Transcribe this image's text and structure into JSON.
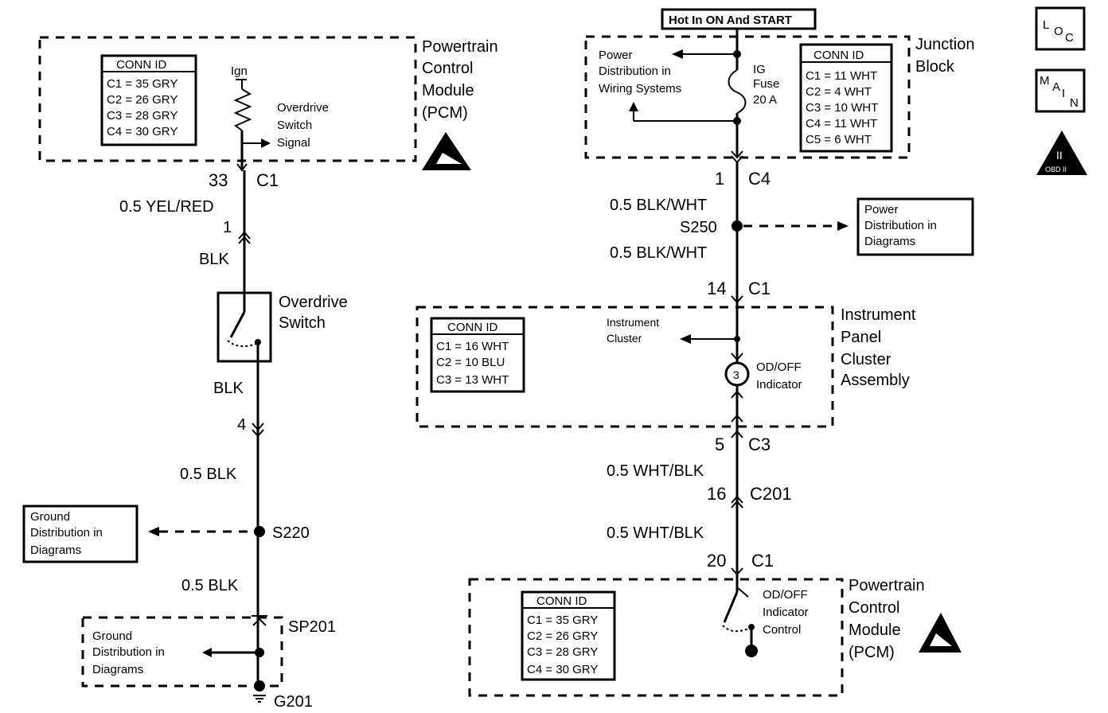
{
  "nav_icons": {
    "loc": {
      "l": "L",
      "o": "O",
      "c": "C"
    },
    "main": {
      "m": "M",
      "a": "A",
      "i": "I",
      "n": "N"
    },
    "obd": {
      "roman": "II",
      "sub": "OBD II"
    }
  },
  "top_source": "Hot In ON And START",
  "pcm_top": {
    "title": [
      "Powertrain",
      "Control",
      "Module",
      "(PCM)"
    ],
    "conn_title": "CONN ID",
    "conn_rows": [
      "C1 = 35 GRY",
      "C2 = 26 GRY",
      "C3 = 28 GRY",
      "C4 = 30 GRY"
    ],
    "ign": "Ign",
    "signal": [
      "Overdrive",
      "Switch",
      "Signal"
    ]
  },
  "left_circuit": {
    "pin_33": "33",
    "conn_c1": "C1",
    "wire1": "0.5 YEL/RED",
    "pin_1": "1",
    "blk_top": "BLK",
    "switch_name": [
      "Overdrive",
      "Switch"
    ],
    "blk_bottom": "BLK",
    "pin_4": "4",
    "wire2": "0.5 BLK",
    "splice": "S220",
    "ground_dist_1": [
      "Ground",
      "Distribution in",
      "Diagrams"
    ],
    "wire3": "0.5 BLK",
    "sp201": "SP201",
    "ground_dist_2": [
      "Ground",
      "Distribution in",
      "Diagrams"
    ],
    "g201": "G201"
  },
  "junction_block": {
    "title": [
      "Junction",
      "Block"
    ],
    "conn_title": "CONN ID",
    "conn_rows": [
      "C1 = 11 WHT",
      "C2 = 4 WHT",
      "C3 = 10 WHT",
      "C4 = 11 WHT",
      "C5 = 6 WHT"
    ],
    "power_dist": [
      "Power",
      "Distribution in",
      "Wiring Systems"
    ],
    "fuse": [
      "IG",
      "Fuse",
      "20 A"
    ]
  },
  "right_circuit": {
    "pin_1": "1",
    "conn_c4": "C4",
    "wire1": "0.5 BLK/WHT",
    "splice": "S250",
    "power_dist": [
      "Power",
      "Distribution in",
      "Diagrams"
    ],
    "wire2": "0.5 BLK/WHT",
    "pin_14": "14",
    "conn_c1": "C1",
    "pin_5": "5",
    "conn_c3": "C3",
    "wire3": "0.5 WHT/BLK",
    "pin_16": "16",
    "conn_c201": "C201",
    "wire4": "0.5 WHT/BLK",
    "pin_20": "20",
    "conn_c1b": "C1"
  },
  "ipc": {
    "title": [
      "Instrument",
      "Panel",
      "Cluster",
      "Assembly"
    ],
    "conn_title": "CONN ID",
    "conn_rows": [
      "C1 = 16 WHT",
      "C2 = 10 BLU",
      "C3 = 13 WHT"
    ],
    "cluster_label": [
      "Instrument",
      "Cluster"
    ],
    "bulb_num": "3",
    "indicator": [
      "OD/OFF",
      "Indicator"
    ]
  },
  "pcm_bottom": {
    "title": [
      "Powertrain",
      "Control",
      "Module",
      "(PCM)"
    ],
    "conn_title": "CONN ID",
    "conn_rows": [
      "C1 = 35 GRY",
      "C2 = 26 GRY",
      "C3 = 28 GRY",
      "C4 = 30 GRY"
    ],
    "control": [
      "OD/OFF",
      "Indicator",
      "Control"
    ]
  }
}
